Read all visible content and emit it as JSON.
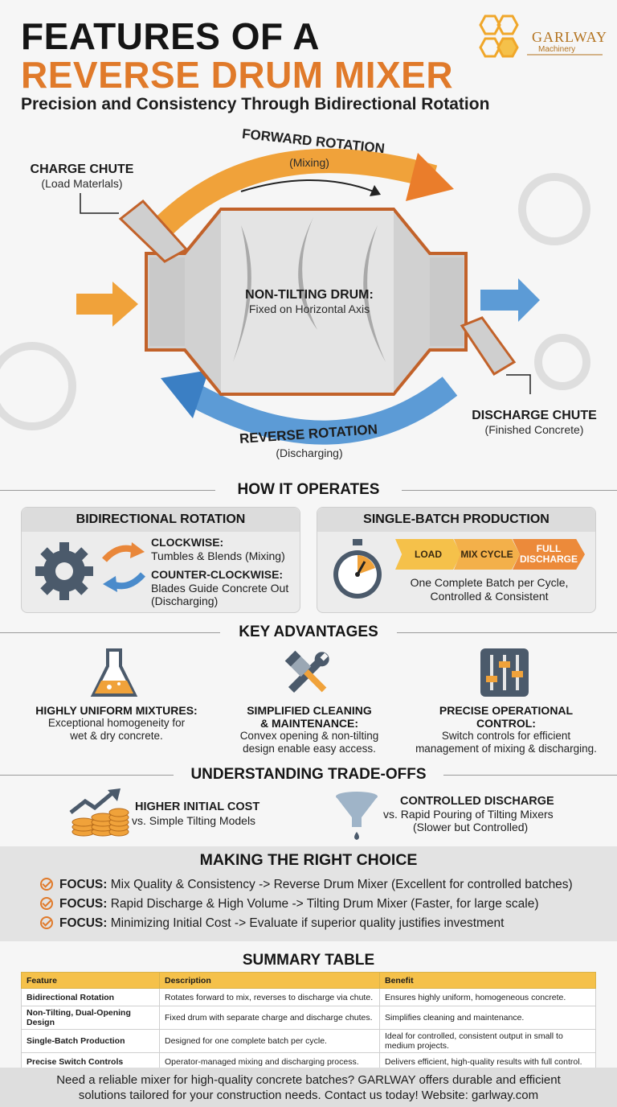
{
  "header": {
    "title_line1": "FEATURES OF A",
    "title_line2": "REVERSE DRUM MIXER",
    "subtitle": "Precision and Consistency Through Bidirectional Rotation"
  },
  "logo": {
    "name": "GARLWAY",
    "sub": "Machinery"
  },
  "hero": {
    "forward_label": "FORWARD ROTATION",
    "forward_sub": "(Mixing)",
    "reverse_label": "REVERSE ROTATION",
    "reverse_sub": "(Discharging)",
    "charge_title": "CHARGE CHUTE",
    "charge_sub": "(Load Materlals)",
    "drum_title": "NON-TILTING DRUM:",
    "drum_sub": "Fixed on Horizontal Axis",
    "discharge_title": "DISCHARGE CHUTE",
    "discharge_sub": "(Finished Concrete)"
  },
  "operates": {
    "heading": "HOW IT OPERATES",
    "bidirectional": {
      "title": "BIDIRECTIONAL ROTATION",
      "cw_title": "CLOCKWISE:",
      "cw_desc": "Tumbles & Blends (Mixing)",
      "ccw_title": "COUNTER-CLOCKWISE:",
      "ccw_desc1": "Blades Guide Concrete Out",
      "ccw_desc2": "(Discharging)"
    },
    "single_batch": {
      "title": "SINGLE-BATCH PRODUCTION",
      "steps": [
        "LOAD",
        "MIX CYCLE",
        "FULL DISCHARGE"
      ],
      "desc1": "One Complete Batch per Cycle,",
      "desc2": "Controlled & Consistent"
    }
  },
  "advantages": {
    "heading": "KEY ADVANTAGES",
    "items": [
      {
        "title1": "HIGHLY UNIFORM MIXTURES:",
        "title2": "",
        "desc1": "Exceptional homogeneity for",
        "desc2": "wet & dry concrete."
      },
      {
        "title1": "SIMPLIFIED CLEANING",
        "title2": "& MAINTENANCE:",
        "desc1": "Convex opening & non-tilting",
        "desc2": "design enable easy access."
      },
      {
        "title1": "PRECISE OPERATIONAL",
        "title2": "CONTROL:",
        "desc1": "Switch controls for efficient",
        "desc2": "management of mixing & discharging."
      }
    ]
  },
  "tradeoffs": {
    "heading": "UNDERSTANDING TRADE-OFFS",
    "cost_title": "HIGHER INITIAL COST",
    "cost_desc": "vs. Simple Tilting Models",
    "discharge_title": "CONTROLLED DISCHARGE",
    "discharge_desc1": "vs. Rapid Pouring of Tilting Mixers",
    "discharge_desc2": "(Slower but Controlled)"
  },
  "choice": {
    "heading": "MAKING THE RIGHT CHOICE",
    "focus_label": "FOCUS:",
    "items": [
      "Mix Quality & Consistency -> Reverse Drum Mixer (Excellent for controlled batches)",
      "Rapid Discharge & High Volume -> Tilting Drum Mixer (Faster, for large scale)",
      "Minimizing Initial Cost -> Evaluate if superior quality justifies investment"
    ]
  },
  "summary": {
    "heading": "SUMMARY TABLE",
    "columns": [
      "Feature",
      "Description",
      "Benefit"
    ],
    "rows": [
      [
        "Bidirectional Rotation",
        "Rotates forward to mix, reverses to discharge via chute.",
        "Ensures highly uniform, homogeneous concrete."
      ],
      [
        "Non-Tilting, Dual-Opening Design",
        "Fixed drum with separate charge and discharge chutes.",
        "Simplifies cleaning and maintenance."
      ],
      [
        "Single-Batch Production",
        "Designed for one complete batch per cycle.",
        "Ideal for controlled, consistent output in small to medium projects."
      ],
      [
        "Precise Switch Controls",
        "Operator-managed mixing and discharging process.",
        "Delivers efficient, high-quality results with full control."
      ]
    ]
  },
  "footer": {
    "line1": "Need a reliable mixer for high-quality concrete batches? GARLWAY offers durable and efficient",
    "line2": "solutions tailored for your construction needs. Contact us today! Website: garlway.com"
  },
  "colors": {
    "orange": "#e07a2a",
    "blue": "#3b7fc4",
    "gold": "#f5c14a"
  }
}
